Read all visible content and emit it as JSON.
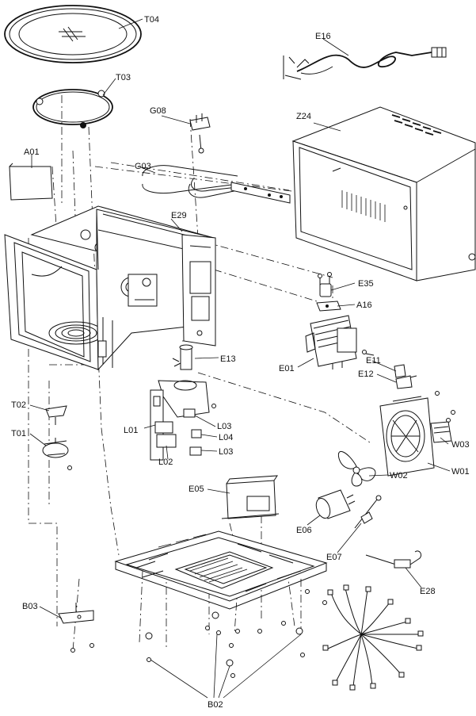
{
  "labels": {
    "T04": "T04",
    "T03": "T03",
    "E16": "E16",
    "G08": "G08",
    "Z24": "Z24",
    "A01": "A01",
    "G03": "G03",
    "E29": "E29",
    "E35": "E35",
    "A16": "A16",
    "E13": "E13",
    "E01": "E01",
    "E11": "E11",
    "E12": "E12",
    "T02": "T02",
    "T01": "T01",
    "L01": "L01",
    "L03a": "L03",
    "L04": "L04",
    "L02": "L02",
    "L03b": "L03",
    "W03": "W03",
    "W02": "W02",
    "W01": "W01",
    "E05": "E05",
    "E06": "E06",
    "E07": "E07",
    "E28": "E28",
    "B03": "B03",
    "B02": "B02"
  }
}
